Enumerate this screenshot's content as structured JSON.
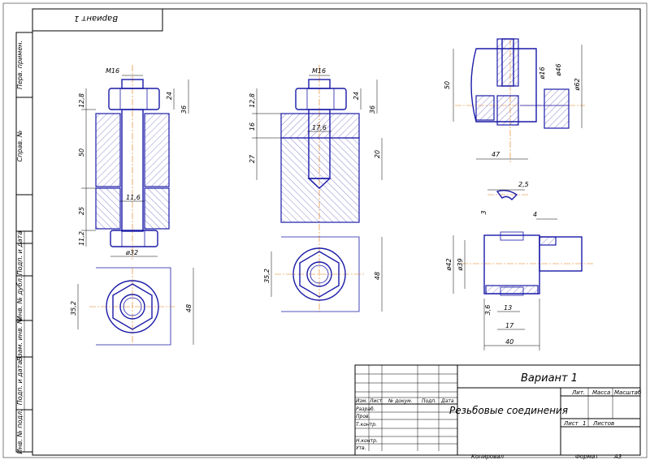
{
  "title_stamp": "Вариант 1",
  "side_labels": [
    "Перв. примен.",
    "Справ. №",
    "Подп. и дата",
    "Инв. № дубл.",
    "Взам. инв. №",
    "Подп. и дата",
    "Инв. № подл."
  ],
  "drawing1": {
    "thread": "M16",
    "dims": [
      "12,8",
      "24",
      "36",
      "50",
      "25",
      "11,2",
      "11,6",
      "ø32",
      "35,2",
      "48"
    ]
  },
  "drawing2": {
    "thread": "M16",
    "dims": [
      "12,8",
      "24",
      "36",
      "16",
      "17,6",
      "27",
      "20",
      "35,2",
      "48"
    ]
  },
  "drawing3": {
    "dims": [
      "50",
      "ø16",
      "ø46",
      "ø62",
      "47"
    ]
  },
  "drawing4": {
    "dims": [
      "2,5",
      "3",
      "4",
      "ø42",
      "ø39",
      "3,6",
      "13",
      "17",
      "40"
    ]
  },
  "title_block": {
    "variant": "Вариант 1",
    "document_title": "Резьбовые соединения",
    "col_headers": [
      "Изм.",
      "Лист",
      "№ докум.",
      "Подп.",
      "Дата"
    ],
    "row_labels": [
      "Разраб.",
      "Пров.",
      "Т.контр.",
      "Н.контр.",
      "Утв."
    ],
    "lit_label": "Лит.",
    "mass_label": "Масса",
    "scale_label": "Масштаб",
    "sheet_label": "Лист",
    "sheet_num": "1",
    "sheets_label": "Листов",
    "copied_label": "Копировал",
    "format_label": "Формат",
    "format_value": "А3"
  }
}
